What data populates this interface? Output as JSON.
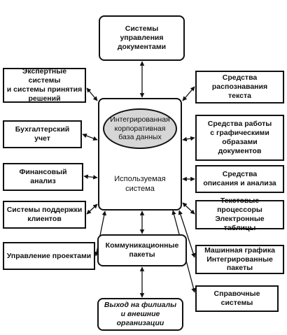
{
  "center": {
    "database": "Интегрированная\nкорпоративная\nбаза данных",
    "system": "Используемая\nсистема"
  },
  "top": "Системы\nуправления\nдокументами",
  "left": [
    "Экспертные системы\nи системы принятия\nрешений",
    "Бухгалтерский\nучет",
    "Финансовый\nанализ",
    "Системы поддержки\nклиентов",
    "Управление проектами"
  ],
  "right": [
    "Средства\nраспознавания\nтекста",
    "Средства работы\nс графическими\nобразами\nдокументов",
    "Средства\nописания и анализа",
    "Текстовые процессоры\nЭлектронные таблицы",
    "Машинная графика\nИнтегрированные пакеты",
    "Справочные системы"
  ],
  "bottom": {
    "communication": "Коммуникационные\nпакеты",
    "branches": "Выход на филиалы\nи внешние организации"
  }
}
